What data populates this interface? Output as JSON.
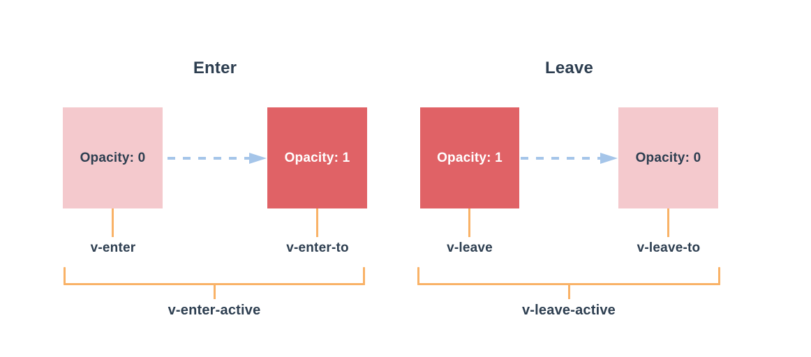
{
  "colors": {
    "background": "#ffffff",
    "box_solid": "#e06266",
    "box_faded": "#f4c9cd",
    "arrow_blue": "#a5c5e9",
    "bracket_orange": "#f9b267",
    "text_dark": "#2d3e50",
    "text_light": "#ffffff"
  },
  "enter": {
    "title": "Enter",
    "start_box_label": "Opacity: 0",
    "end_box_label": "Opacity: 1",
    "start_class": "v-enter",
    "end_class": "v-enter-to",
    "active_class": "v-enter-active"
  },
  "leave": {
    "title": "Leave",
    "start_box_label": "Opacity: 1",
    "end_box_label": "Opacity: 0",
    "start_class": "v-leave",
    "end_class": "v-leave-to",
    "active_class": "v-leave-active"
  }
}
